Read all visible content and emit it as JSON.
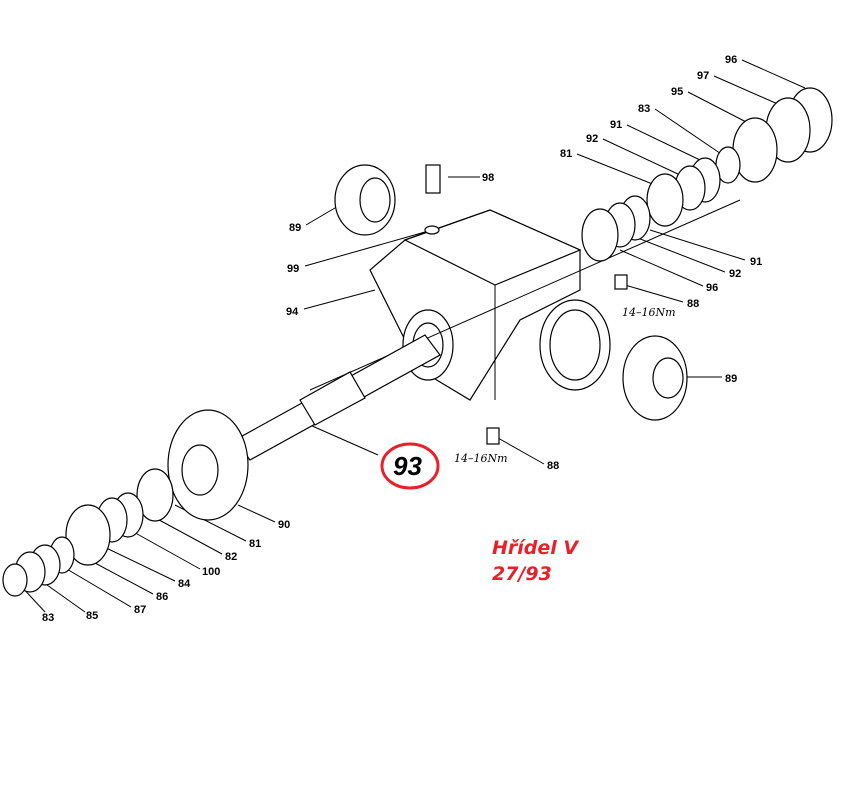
{
  "caption": {
    "line1": "Hřídel V",
    "line2": "27/93"
  },
  "highlighted_part": "93",
  "highlight_color": "#e8202a",
  "labels": [
    "96",
    "97",
    "95",
    "83",
    "91",
    "92",
    "81",
    "98",
    "89",
    "99",
    "94",
    "91",
    "92",
    "96",
    "88",
    "14–16Nm",
    "89",
    "93",
    "14–16Nm",
    "88",
    "90",
    "81",
    "82",
    "100",
    "84",
    "86",
    "87",
    "85",
    "83"
  ]
}
